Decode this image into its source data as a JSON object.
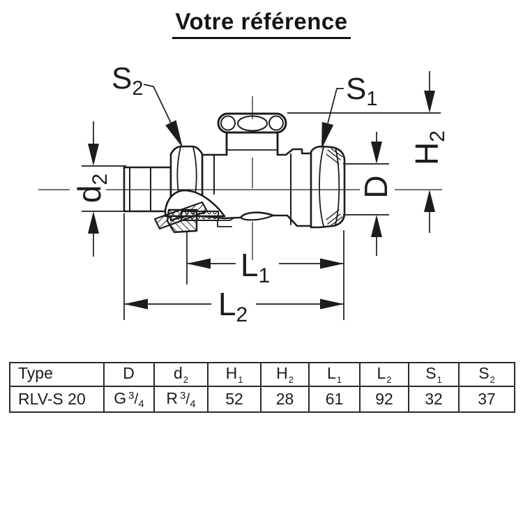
{
  "title": "Votre référence",
  "colors": {
    "ink": "#1c1c1c",
    "background": "#ffffff"
  },
  "diagram": {
    "labels": {
      "s2": {
        "base": "S",
        "sub": "2"
      },
      "s1": {
        "base": "S",
        "sub": "1"
      },
      "d2": {
        "base": "d",
        "sub": "2"
      },
      "h2": {
        "base": "H",
        "sub": "2"
      },
      "d": {
        "base": "D",
        "sub": ""
      },
      "l1": {
        "base": "L",
        "sub": "1"
      },
      "l2": {
        "base": "L",
        "sub": "2"
      }
    }
  },
  "table": {
    "headers": [
      {
        "base": "Type",
        "sub": ""
      },
      {
        "base": "D",
        "sub": ""
      },
      {
        "base": "d",
        "sub": "2"
      },
      {
        "base": "H",
        "sub": "1"
      },
      {
        "base": "H",
        "sub": "2"
      },
      {
        "base": "L",
        "sub": "1"
      },
      {
        "base": "L",
        "sub": "2"
      },
      {
        "base": "S",
        "sub": "1"
      },
      {
        "base": "S",
        "sub": "2"
      }
    ],
    "row": {
      "type": "RLV-S 20",
      "d": {
        "prefix": "G",
        "num": "3",
        "slash": "/",
        "den": "4"
      },
      "d2": {
        "prefix": "R",
        "num": "3",
        "slash": "/",
        "den": "4"
      },
      "h1": "52",
      "h2": "28",
      "l1": "61",
      "l2": "92",
      "s1": "32",
      "s2": "37"
    }
  }
}
